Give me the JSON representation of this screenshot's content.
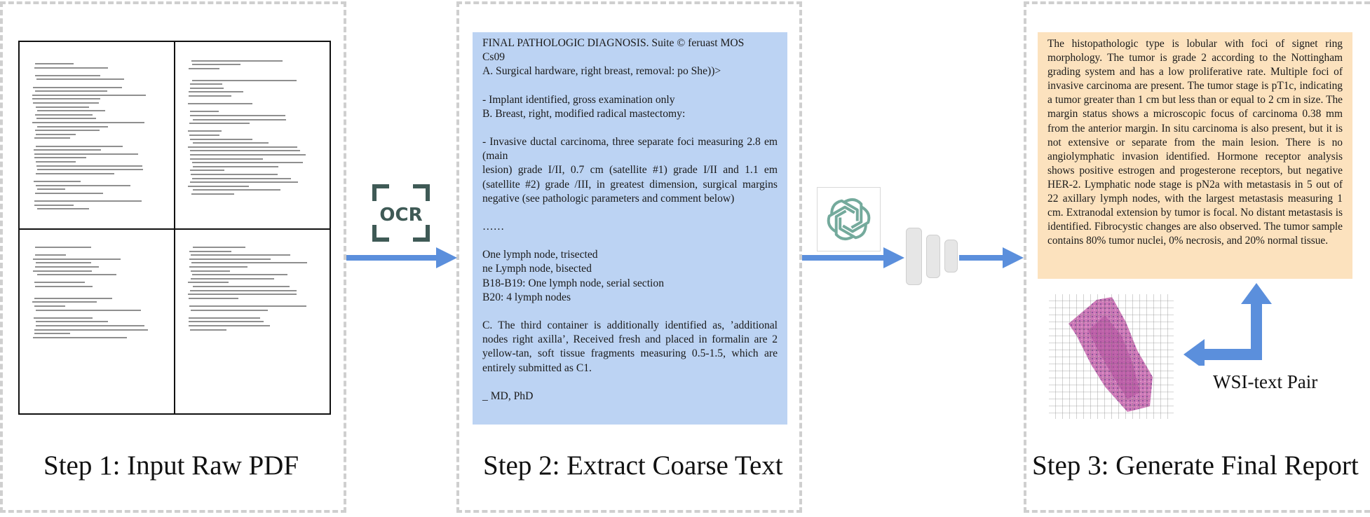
{
  "steps": {
    "step1": "Step 1: Input Raw PDF",
    "step2": "Step 2: Extract Coarse Text",
    "step3": "Step 3: Generate Final Report"
  },
  "ocr_label": "OCR",
  "icons": {
    "ocr": "ocr-scan-icon",
    "openai": "openai-logo-icon",
    "model": "model-layers-icon"
  },
  "colors": {
    "arrow": "#5b8fdc",
    "coarse_bg": "#bcd3f3",
    "final_bg": "#fce2be",
    "ocr_icon": "#3f5a56",
    "openai": "#74aa9c"
  },
  "coarse_text": {
    "l1": "FINAL PATHOLOGIC DIAGNOSIS. Suite © feruast MOS",
    "l2": "Cs09",
    "l3": "A. Surgical hardware, right breast, removal: po She))>",
    "l4": "- Implant identified, gross examination only",
    "l5": "B. Breast, right, modified radical mastectomy:",
    "l6": "- Invasive ductal carcinoma, three separate foci measuring 2.8 em (main",
    "l7": "lesion) grade I/II, 0.7 cm (satellite #1) grade I/II and 1.1 em (satellite #2) grade /III, in greatest dimension, surgical margins negative (see pathologic parameters and comment below)",
    "l8": "……",
    "l9": "One lymph node, trisected",
    "l10": "ne Lymph node, bisected",
    "l11": "B18-B19: One lymph node, serial section",
    "l12": "B20: 4 lymph nodes",
    "l13": "C. The third container is additionally identified as, ’additional nodes right axilla’, Received fresh and placed in formalin are 2 yellow-tan, soft tissue fragments measuring 0.5-1.5, which are entirely submitted as C1.",
    "l14": "_ MD, PhD"
  },
  "final_report": "The histopathologic type is lobular with foci of signet ring morphology. The tumor is grade 2 according to the Nottingham grading system and has a low proliferative rate. Multiple foci of invasive carcinoma are present. The tumor stage is pT1c, indicating a tumor greater than 1 cm but less than or equal to 2 cm in size. The margin status shows a microscopic focus of carcinoma 0.38 mm from the anterior margin. In situ carcinoma is also present, but it is not extensive or separate from the main lesion. There is no angiolymphatic invasion identified. Hormone receptor analysis shows positive estrogen and progesterone receptors, but negative HER-2. Lymphatic node stage is pN2a with metastasis in 5 out of 22 axillary lymph nodes, with the largest metastasis measuring 1 cm. Extranodal extension by tumor is focal. No distant metastasis is identified. Fibrocystic changes are also observed. The tumor sample contains 80% tumor nuclei, 0% necrosis, and 20% normal tissue.",
  "wsi_label": "WSI-text Pair"
}
